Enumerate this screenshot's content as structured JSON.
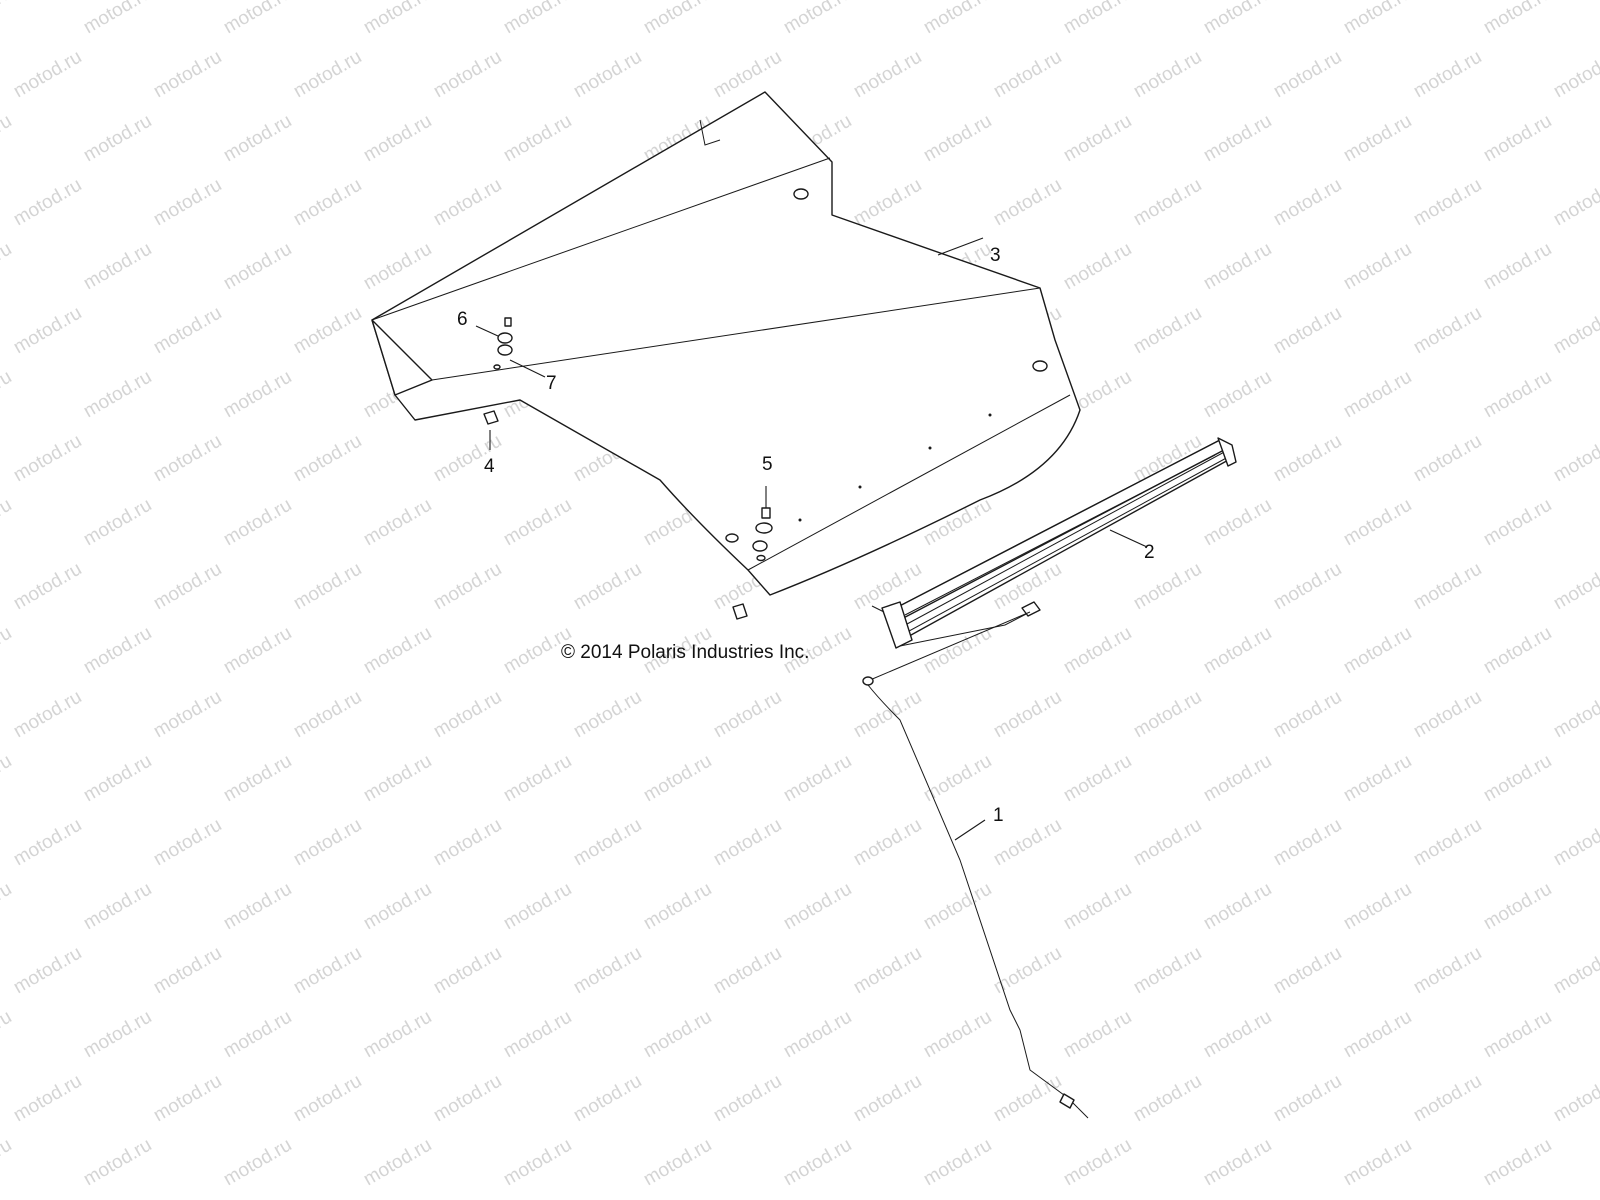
{
  "watermark_text": "motod.ru",
  "copyright": "© 2014 Polaris Industries Inc.",
  "callouts": [
    "1",
    "2",
    "3",
    "4",
    "5",
    "6",
    "7"
  ],
  "colors": {
    "line": "#1a1a1a",
    "watermark": "#d4d4d4",
    "background": "#ffffff"
  }
}
